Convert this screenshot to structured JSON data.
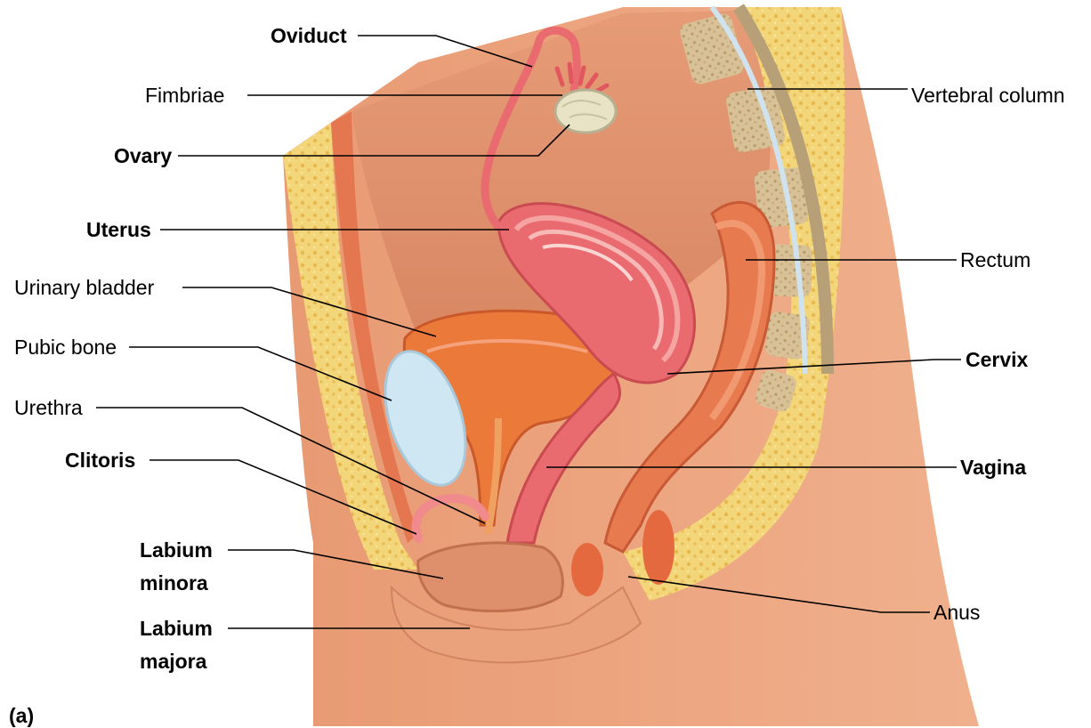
{
  "figure": {
    "panel_label": "(a)",
    "labels": {
      "oviduct": "Oviduct",
      "fimbriae": "Fimbriae",
      "ovary": "Ovary",
      "uterus": "Uterus",
      "urinary_bladder": "Urinary bladder",
      "pubic_bone": "Pubic bone",
      "urethra": "Urethra",
      "clitoris": "Clitoris",
      "labium_minora_1": "Labium",
      "labium_minora_2": "minora",
      "labium_majora_1": "Labium",
      "labium_majora_2": "majora",
      "vertebral_column": "Vertebral column",
      "rectum": "Rectum",
      "cervix": "Cervix",
      "vagina": "Vagina",
      "anus": "Anus"
    },
    "colors": {
      "skin": "#E9A27C",
      "skin_dark": "#D8875F",
      "fat": "#F3D67A",
      "muscle": "#E8744E",
      "uterus": "#E96A6F",
      "uterus_light": "#F5A4A2",
      "bladder": "#EB7A3A",
      "bone": "#CFE6F3",
      "vertebra": "#D9C39A",
      "ovary": "#E9E3C6",
      "leader": "#000000"
    }
  }
}
